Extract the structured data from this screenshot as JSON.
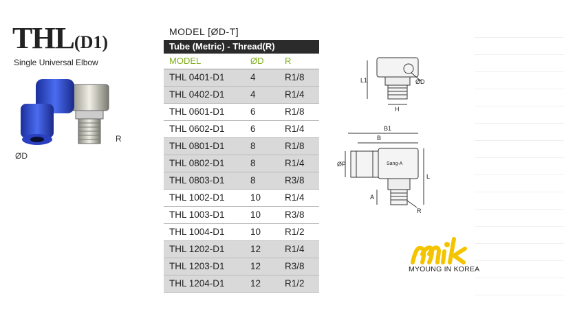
{
  "header": {
    "title_main": "THL",
    "title_sub": "(D1)",
    "subtitle": "Single Universal Elbow"
  },
  "product_labels": {
    "d": "ØD",
    "r": "R"
  },
  "table": {
    "model_heading": "MODEL [ØD-T]",
    "section_header": "Tube (Metric) - Thread(R)",
    "columns": [
      "MODEL",
      "ØD",
      "R"
    ],
    "rows": [
      {
        "model": "THL 0401-D1",
        "d": "4",
        "r": "R1/8",
        "shaded": true
      },
      {
        "model": "THL 0402-D1",
        "d": "4",
        "r": "R1/4",
        "shaded": true
      },
      {
        "model": "THL 0601-D1",
        "d": "6",
        "r": "R1/8",
        "shaded": false
      },
      {
        "model": "THL 0602-D1",
        "d": "6",
        "r": "R1/4",
        "shaded": false
      },
      {
        "model": "THL 0801-D1",
        "d": "8",
        "r": "R1/8",
        "shaded": true
      },
      {
        "model": "THL 0802-D1",
        "d": "8",
        "r": "R1/4",
        "shaded": true
      },
      {
        "model": "THL 0803-D1",
        "d": "8",
        "r": "R3/8",
        "shaded": true
      },
      {
        "model": "THL 1002-D1",
        "d": "10",
        "r": "R1/4",
        "shaded": false
      },
      {
        "model": "THL 1003-D1",
        "d": "10",
        "r": "R3/8",
        "shaded": false
      },
      {
        "model": "THL 1004-D1",
        "d": "10",
        "r": "R1/2",
        "shaded": false
      },
      {
        "model": "THL 1202-D1",
        "d": "12",
        "r": "R1/4",
        "shaded": true
      },
      {
        "model": "THL 1203-D1",
        "d": "12",
        "r": "R3/8",
        "shaded": true
      },
      {
        "model": "THL 1204-D1",
        "d": "12",
        "r": "R1/2",
        "shaded": true
      }
    ]
  },
  "diagram_labels": {
    "l1": "L1",
    "od": "ØD",
    "h": "H",
    "b1": "B1",
    "b": "B",
    "op": "ØP",
    "l": "L",
    "a": "A",
    "r": "R",
    "brand": "Sang-A"
  },
  "logo": {
    "tagline": "MYOUNG IN KOREA",
    "accent": "#f5c400"
  }
}
